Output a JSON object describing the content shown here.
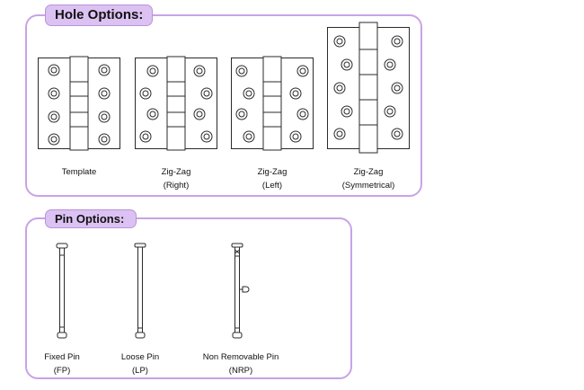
{
  "hole_options": {
    "title": "Hole Options:",
    "items": [
      {
        "line1": "Template",
        "line2": ""
      },
      {
        "line1": "Zig-Zag",
        "line2": "(Right)"
      },
      {
        "line1": "Zig-Zag",
        "line2": "(Left)"
      },
      {
        "line1": "Zig-Zag",
        "line2": "(Symmetrical)"
      }
    ]
  },
  "pin_options": {
    "title": "Pin Options:",
    "items": [
      {
        "line1": "Fixed Pin",
        "line2": "(FP)"
      },
      {
        "line1": "Loose Pin",
        "line2": "(LP)"
      },
      {
        "line1": "Non Removable Pin",
        "line2": "(NRP)"
      }
    ]
  },
  "colors": {
    "panel_border": "#c9a3e6",
    "tag_fill": "#dcc2f2",
    "line": "#2a2a2a"
  }
}
